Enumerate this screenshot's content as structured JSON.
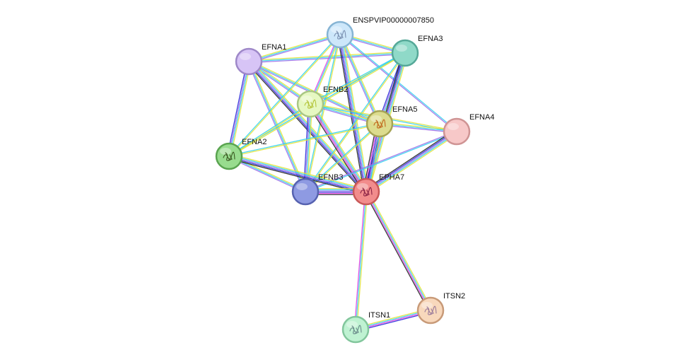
{
  "network": {
    "nodes": [
      {
        "id": "ENSPVIP00000007850",
        "label": "ENSPVIP00000007850",
        "fill": "#cde7fa",
        "stroke": "#86b4d4",
        "structure": true,
        "structure_color": "#7a8fb0"
      },
      {
        "id": "EFNA3",
        "label": "EFNA3",
        "fill": "#8fd9c8",
        "stroke": "#55a898",
        "structure": false
      },
      {
        "id": "EFNA1",
        "label": "EFNA1",
        "fill": "#d7c4f6",
        "stroke": "#9e88c8",
        "structure": false
      },
      {
        "id": "EFNB2",
        "label": "EFNB2",
        "fill": "#e6f8c2",
        "stroke": "#a9c684",
        "structure": true,
        "structure_color": "#b4c43a"
      },
      {
        "id": "EFNA5",
        "label": "EFNA5",
        "fill": "#dcdc8e",
        "stroke": "#a6a455",
        "structure": true,
        "structure_color": "#c0651a"
      },
      {
        "id": "EFNA4",
        "label": "EFNA4",
        "fill": "#f7c8c8",
        "stroke": "#cf9494",
        "structure": false
      },
      {
        "id": "EFNA2",
        "label": "EFNA2",
        "fill": "#98dc8e",
        "stroke": "#5aa450",
        "structure": true,
        "structure_color": "#3b5a22"
      },
      {
        "id": "EFNB3",
        "label": "EFNB3",
        "fill": "#8e9ae2",
        "stroke": "#5662b0",
        "structure": false
      },
      {
        "id": "EPHA7",
        "label": "EPHA7",
        "fill": "#f28c8c",
        "stroke": "#c85858",
        "structure": true,
        "structure_color": "#8a2244"
      },
      {
        "id": "ITSN2",
        "label": "ITSN2",
        "fill": "#f8d8bc",
        "stroke": "#c89a78",
        "structure": true,
        "structure_color": "#9a7a9a"
      },
      {
        "id": "ITSN1",
        "label": "ITSN1",
        "fill": "#bff2d2",
        "stroke": "#82c69c",
        "structure": true,
        "structure_color": "#6a8a8a"
      }
    ],
    "edges": [
      {
        "source": "EFNA1",
        "target": "ENSPVIP00000007850",
        "evidence": [
          "#e3e33a",
          "#33d2ee",
          "#9c6ee8"
        ]
      },
      {
        "source": "EFNA1",
        "target": "EFNA3",
        "evidence": [
          "#e3e33a",
          "#33d2ee",
          "#9c6ee8"
        ]
      },
      {
        "source": "EFNA1",
        "target": "EFNB2",
        "evidence": [
          "#e3e33a",
          "#33d2ee",
          "#9c6ee8"
        ]
      },
      {
        "source": "EFNA1",
        "target": "EFNA5",
        "evidence": [
          "#e3e33a",
          "#33d2ee",
          "#9c6ee8"
        ]
      },
      {
        "source": "EFNA1",
        "target": "EFNA2",
        "evidence": [
          "#e3e33a",
          "#33d2ee",
          "#9c6ee8",
          "#2a2ad8"
        ]
      },
      {
        "source": "EFNA1",
        "target": "EFNB3",
        "evidence": [
          "#e3e33a",
          "#33d2ee",
          "#9c6ee8"
        ]
      },
      {
        "source": "EFNA1",
        "target": "EPHA7",
        "evidence": [
          "#e3e33a",
          "#33d2ee",
          "#9c6ee8",
          "#2a2ad8",
          "#222222"
        ]
      },
      {
        "source": "ENSPVIP00000007850",
        "target": "EFNA3",
        "evidence": [
          "#e3e33a",
          "#33d2ee",
          "#9c6ee8"
        ]
      },
      {
        "source": "ENSPVIP00000007850",
        "target": "EFNB2",
        "evidence": [
          "#e3e33a",
          "#33d2ee",
          "#e040e0"
        ]
      },
      {
        "source": "ENSPVIP00000007850",
        "target": "EFNA5",
        "evidence": [
          "#e3e33a",
          "#33d2ee",
          "#9c6ee8"
        ]
      },
      {
        "source": "ENSPVIP00000007850",
        "target": "EFNA4",
        "evidence": [
          "#33d2ee",
          "#9c6ee8"
        ]
      },
      {
        "source": "ENSPVIP00000007850",
        "target": "EFNA2",
        "evidence": [
          "#e3e33a",
          "#33d2ee"
        ]
      },
      {
        "source": "ENSPVIP00000007850",
        "target": "EFNB3",
        "evidence": [
          "#e3e33a",
          "#33d2ee"
        ]
      },
      {
        "source": "ENSPVIP00000007850",
        "target": "EPHA7",
        "evidence": [
          "#e3e33a",
          "#33d2ee",
          "#9c6ee8",
          "#2a2ad8",
          "#222222"
        ]
      },
      {
        "source": "EFNA3",
        "target": "EFNB2",
        "evidence": [
          "#e3e33a",
          "#33d2ee"
        ]
      },
      {
        "source": "EFNA3",
        "target": "EFNA5",
        "evidence": [
          "#e3e33a",
          "#33d2ee",
          "#9c6ee8",
          "#2a2ad8"
        ]
      },
      {
        "source": "EFNA3",
        "target": "EFNA2",
        "evidence": [
          "#e3e33a",
          "#33d2ee"
        ]
      },
      {
        "source": "EFNA3",
        "target": "EFNB3",
        "evidence": [
          "#e3e33a",
          "#33d2ee"
        ]
      },
      {
        "source": "EFNA3",
        "target": "EPHA7",
        "evidence": [
          "#e3e33a",
          "#33d2ee",
          "#9c6ee8",
          "#2a2ad8",
          "#222222"
        ]
      },
      {
        "source": "EFNB2",
        "target": "EFNA5",
        "evidence": [
          "#e3e33a",
          "#33d2ee",
          "#9c6ee8"
        ]
      },
      {
        "source": "EFNB2",
        "target": "EFNA4",
        "evidence": [
          "#e3e33a",
          "#33d2ee"
        ]
      },
      {
        "source": "EFNB2",
        "target": "EFNA2",
        "evidence": [
          "#e3e33a",
          "#33d2ee"
        ]
      },
      {
        "source": "EFNB2",
        "target": "EFNB3",
        "evidence": [
          "#e3e33a",
          "#33d2ee",
          "#9c6ee8",
          "#2a2ad8"
        ]
      },
      {
        "source": "EFNB2",
        "target": "EPHA7",
        "evidence": [
          "#e3e33a",
          "#33d2ee",
          "#9c6ee8",
          "#e040e0",
          "#222222"
        ]
      },
      {
        "source": "EFNA5",
        "target": "EFNA4",
        "evidence": [
          "#e3e33a",
          "#33d2ee",
          "#9c6ee8"
        ]
      },
      {
        "source": "EFNA5",
        "target": "EFNA2",
        "evidence": [
          "#e3e33a",
          "#33d2ee"
        ]
      },
      {
        "source": "EFNA5",
        "target": "EFNB3",
        "evidence": [
          "#e3e33a",
          "#33d2ee"
        ]
      },
      {
        "source": "EFNA5",
        "target": "EPHA7",
        "evidence": [
          "#e3e33a",
          "#33d2ee",
          "#9c6ee8",
          "#2a2ad8",
          "#e040e0",
          "#222222"
        ]
      },
      {
        "source": "EFNA4",
        "target": "EFNB3",
        "evidence": [
          "#33d2ee",
          "#9c6ee8"
        ]
      },
      {
        "source": "EFNA4",
        "target": "EPHA7",
        "evidence": [
          "#e3e33a",
          "#33d2ee",
          "#9c6ee8",
          "#2a2ad8",
          "#222222"
        ]
      },
      {
        "source": "EFNA2",
        "target": "EFNB3",
        "evidence": [
          "#e3e33a",
          "#33d2ee",
          "#9c6ee8"
        ]
      },
      {
        "source": "EFNA2",
        "target": "EPHA7",
        "evidence": [
          "#e3e33a",
          "#33d2ee",
          "#9c6ee8",
          "#2a2ad8",
          "#222222"
        ]
      },
      {
        "source": "EFNB3",
        "target": "EPHA7",
        "evidence": [
          "#e3e33a",
          "#33d2ee",
          "#9c6ee8",
          "#2a2ad8",
          "#e040e0",
          "#222222"
        ]
      },
      {
        "source": "EPHA7",
        "target": "ITSN2",
        "evidence": [
          "#e3e33a",
          "#33d2ee",
          "#e040e0",
          "#222222"
        ]
      },
      {
        "source": "EPHA7",
        "target": "ITSN1",
        "evidence": [
          "#e3e33a",
          "#33d2ee",
          "#e040e0"
        ]
      },
      {
        "source": "ITSN1",
        "target": "ITSN2",
        "evidence": [
          "#e3e33a",
          "#33d2ee",
          "#e040e0",
          "#2a2ad8"
        ]
      }
    ]
  }
}
